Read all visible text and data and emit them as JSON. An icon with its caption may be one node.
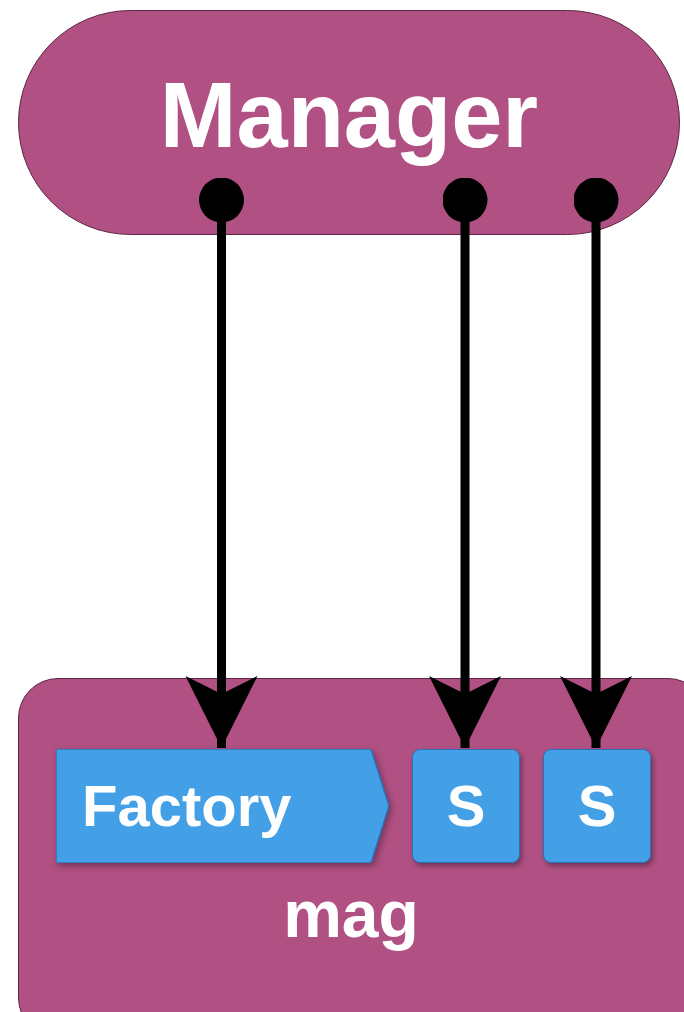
{
  "diagram": {
    "nodes": [
      {
        "text": [
          "Manager"
        ]
      },
      {
        "text": [
          "mag"
        ]
      },
      {
        "text": [
          "Factory"
        ],
        "in": 1
      },
      {
        "text": [
          "S"
        ],
        "in": 1
      },
      {
        "text": [
          "S"
        ],
        "in": 1
      }
    ],
    "edges": [
      {
        "from": 0,
        "to": 2,
        "arrow": "to"
      },
      {
        "from": 0,
        "to": 3,
        "arrow": "to"
      },
      {
        "from": 0,
        "to": 4,
        "arrow": "to"
      }
    ]
  }
}
